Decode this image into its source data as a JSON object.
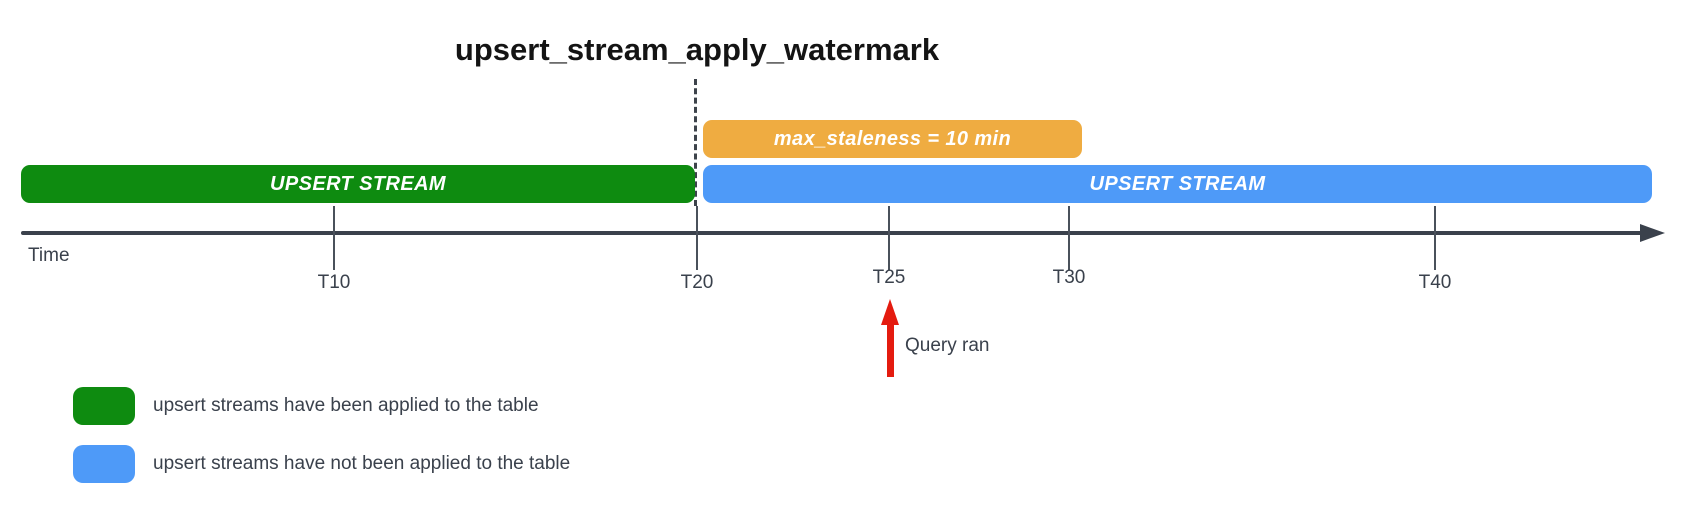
{
  "title": "upsert_stream_apply_watermark",
  "bars": {
    "staleness": {
      "label": "max_staleness = 10 min",
      "color": "#EFAC41"
    },
    "applied": {
      "label": "UPSERT STREAM",
      "color": "#0E8B10"
    },
    "not_applied": {
      "label": "UPSERT STREAM",
      "color": "#4E9AF8"
    }
  },
  "timeline": {
    "axis_label": "Time",
    "ticks": [
      {
        "label": "T10"
      },
      {
        "label": "T20"
      },
      {
        "label": "T25"
      },
      {
        "label": "T30"
      },
      {
        "label": "T40"
      }
    ]
  },
  "annotation": {
    "label": "Query ran",
    "arrow_color": "#E41B0F"
  },
  "legend": {
    "items": [
      {
        "label": "upsert streams have been applied to the table",
        "color": "#0E8B10"
      },
      {
        "label": "upsert streams have not been applied to the table",
        "color": "#4E9AF8"
      }
    ]
  }
}
